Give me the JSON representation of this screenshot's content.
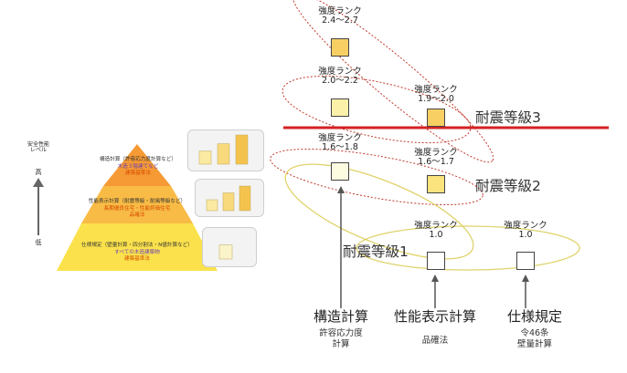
{
  "pyramid": {
    "axis_title": "安全性能\nレベル",
    "axis_high": "高",
    "axis_low": "低",
    "tiers": [
      {
        "title": "構造計算（許容応力度計算など）",
        "line2": "木造３階建てなど",
        "line3": "建築基準法",
        "color": "#f59a34"
      },
      {
        "title": "性能表示計算（耐震等級・耐風等級など）",
        "line2": "長期優良住宅・性能評価住宅",
        "line3": "品確法",
        "color": "#f8bb45"
      },
      {
        "title": "仕様規定（壁量計算・四分割法・N値計算など）",
        "line2": "すべての木造建築物",
        "line3": "建築基準法",
        "color": "#fbe24c"
      }
    ],
    "panel_bar_levels": [
      [
        0.45,
        0.7,
        1.0
      ],
      [
        0.4,
        0.65,
        0.9
      ],
      [
        0.55
      ]
    ]
  },
  "diagram": {
    "rank_title": "強度ランク",
    "ranks": [
      {
        "range": "2.4〜2.7",
        "fill": "#f7cf63"
      },
      {
        "range": "2.0〜2.2",
        "fill": "#fbf1a9"
      },
      {
        "range": "1.9〜2.0",
        "fill": "#f7cf63"
      },
      {
        "range": "1.6〜1.8",
        "fill": "#fdfbe0"
      },
      {
        "range": "1.6〜1.7",
        "fill": "#fbe37d"
      },
      {
        "range": "1.0",
        "fill": "#ffffff"
      },
      {
        "range": "1.0",
        "fill": "#ffffff"
      }
    ],
    "grades": {
      "grade3": "耐震等級3",
      "grade2": "耐震等級2",
      "grade1": "耐震等級1"
    },
    "methods": [
      {
        "name": "構造計算",
        "sub": "許容応力度\n計算"
      },
      {
        "name": "性能表示計算",
        "sub": "品確法"
      },
      {
        "name": "仕様規定",
        "sub": "令46条\n壁量計算"
      }
    ],
    "colors": {
      "red_line": "#d42121",
      "ellipse_red": "#c0392b",
      "ellipse_yellow": "#e0d36a",
      "arrow": "#555555"
    }
  }
}
